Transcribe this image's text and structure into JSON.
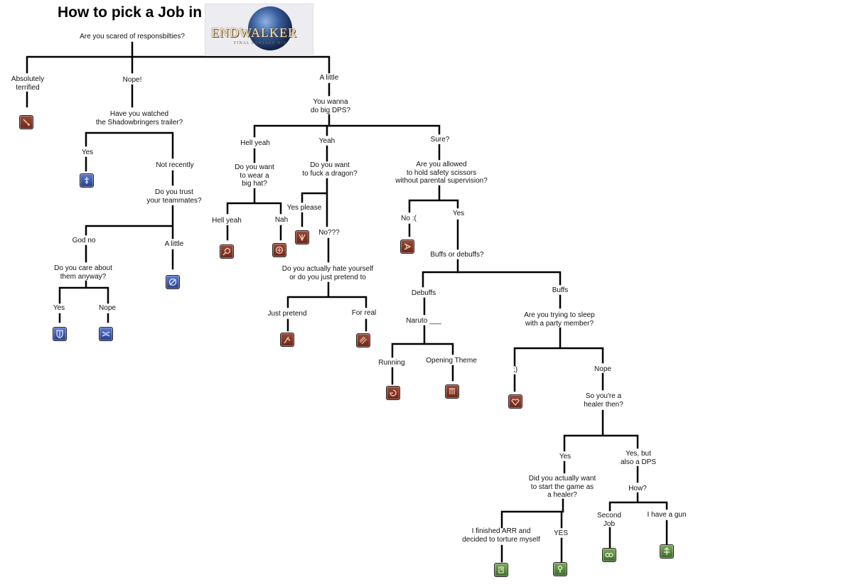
{
  "title": "How to pick a Job in",
  "logo": {
    "text": "ENDWALKER",
    "subtitle": "FINAL FANTASY XIV"
  },
  "colors": {
    "tank": "#3a55b0",
    "healer": "#4e7d38",
    "dps": "#7a2e22",
    "line": "#000000"
  },
  "labels": {
    "root": "Are you scared of responsbilties?",
    "absolutely": "Absolutely\nterrified",
    "nope_root": "Nope!",
    "a_little_root": "A little",
    "watched": "Have you watched\nthe Shadowbringers trailer?",
    "yes_watched": "Yes",
    "not_recently": "Not recently",
    "trust": "Do you trust\nyour teammates?",
    "god_no": "God no",
    "a_little_trust": "A little",
    "care": "Do you care about\nthem anyway?",
    "yes_care": "Yes",
    "nope_care": "Nope",
    "big_dps": "You wanna\ndo big DPS?",
    "hell_yeah": "Hell yeah",
    "yeah": "Yeah",
    "sure": "Sure?",
    "hat": "Do you want\nto wear a\nbig hat?",
    "hell_yeah_hat": "Hell yeah",
    "nah": "Nah",
    "dragon": "Do you want\nto fuck a dragon?",
    "yes_please": "Yes please",
    "no_q": "No???",
    "hate": "Do you actually hate yourself\nor do you just pretend to",
    "just_pretend": "Just pretend",
    "for_real": "For real",
    "scissors": "Are you allowed\nto hold safety scissors\nwithout parental supervision?",
    "no_sad": "No :(",
    "yes_scissors": "Yes",
    "buffs_q": "Buffs or debuffs?",
    "debuffs": "Debuffs",
    "buffs": "Buffs",
    "naruto": "Naruto ___",
    "running": "Running",
    "opening": "Opening Theme",
    "sleep": "Are you trying to sleep\nwith a party member?",
    "wink": ";)",
    "nope_sleep": "Nope",
    "healer_then": "So you're a\nhealer then?",
    "yes_healer": "Yes",
    "yes_but": "Yes, but\nalso a DPS",
    "start": "Did you actually want\nto start the game as\na healer?",
    "finished": "I finished ARR and\ndecided to torture myself",
    "yes_caps": "YES",
    "how": "How?",
    "second_job": "Second\nJob",
    "gun": "I have a gun"
  },
  "icons": {
    "terrified": {
      "name": "bard-icon",
      "role": "dps"
    },
    "trailer_yes": {
      "name": "gunbreaker-icon",
      "role": "tank"
    },
    "little_trust": {
      "name": "dark-knight-icon",
      "role": "tank"
    },
    "care_yes": {
      "name": "paladin-icon",
      "role": "tank"
    },
    "care_nope": {
      "name": "warrior-icon",
      "role": "tank"
    },
    "hat_yes": {
      "name": "black-mage-icon",
      "role": "dps"
    },
    "hat_nah": {
      "name": "summoner-icon",
      "role": "dps"
    },
    "dragon_yes": {
      "name": "dragoon-icon",
      "role": "dps"
    },
    "pretend": {
      "name": "red-mage-icon",
      "role": "dps"
    },
    "real": {
      "name": "samurai-icon",
      "role": "dps"
    },
    "scissors_no": {
      "name": "machinist-icon",
      "role": "dps"
    },
    "running": {
      "name": "ninja-icon",
      "role": "dps"
    },
    "opening": {
      "name": "monk-icon",
      "role": "dps"
    },
    "wink": {
      "name": "dancer-icon",
      "role": "dps"
    },
    "arr": {
      "name": "scholar-icon",
      "role": "healer"
    },
    "yes_caps": {
      "name": "white-mage-icon",
      "role": "healer"
    },
    "second": {
      "name": "sage-icon",
      "role": "healer"
    },
    "gun": {
      "name": "astrologian-icon",
      "role": "healer"
    }
  }
}
